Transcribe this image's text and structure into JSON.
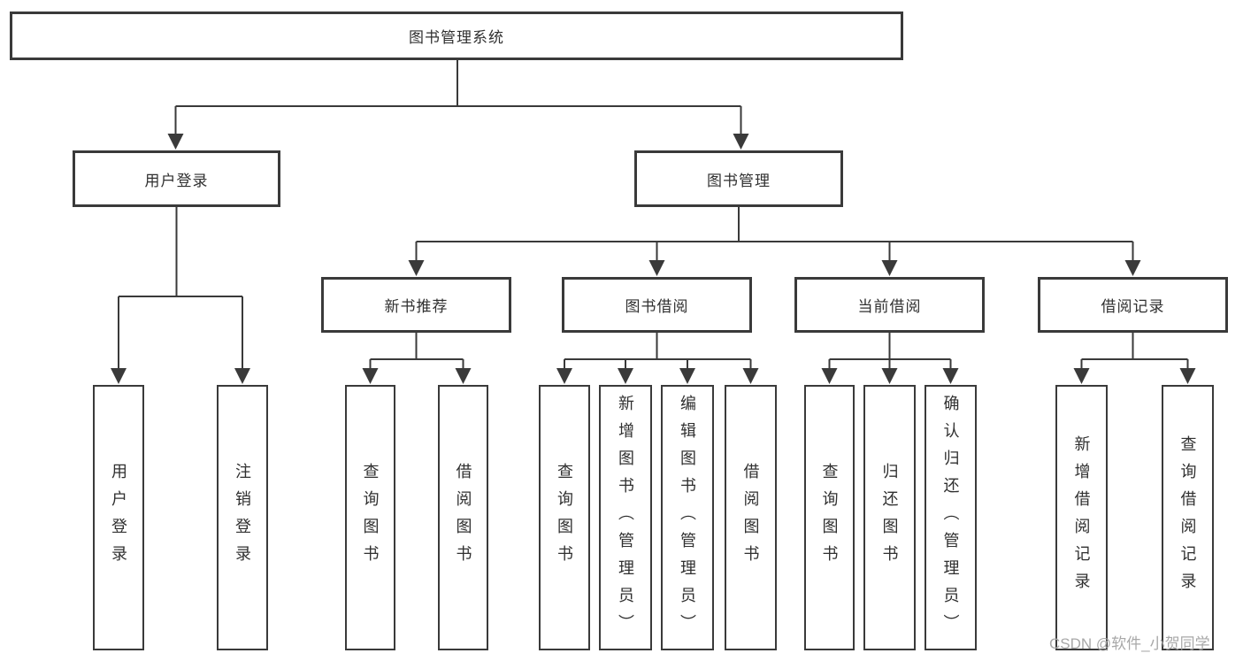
{
  "nodes": {
    "root": "图书管理系统",
    "user_login": "用户登录",
    "book_mgmt": "图书管理",
    "new_book_rec": "新书推荐",
    "book_borrow": "图书借阅",
    "current_borrow": "当前借阅",
    "borrow_records": "借阅记录",
    "leaf_user_login": "用户登录",
    "leaf_logout": "注销登录",
    "rec_query_book": "查询图书",
    "rec_borrow_book": "借阅图书",
    "bb_query_book": "查询图书",
    "bb_add_book": "新增图书（管理员）",
    "bb_edit_book": "编辑图书（管理员）",
    "bb_borrow_book": "借阅图书",
    "cb_query_book": "查询图书",
    "cb_return_book": "归还图书",
    "cb_confirm_return": "确认归还（管理员）",
    "br_add_record": "新增借阅记录",
    "br_query_record": "查询借阅记录"
  },
  "watermark": "CSDN @软件_小贺同学",
  "colors": {
    "line": "#3a3a3a",
    "box_border": "#3a3a3a",
    "text": "#303030",
    "watermark": "#a8a8a8",
    "background": "#ffffff"
  }
}
